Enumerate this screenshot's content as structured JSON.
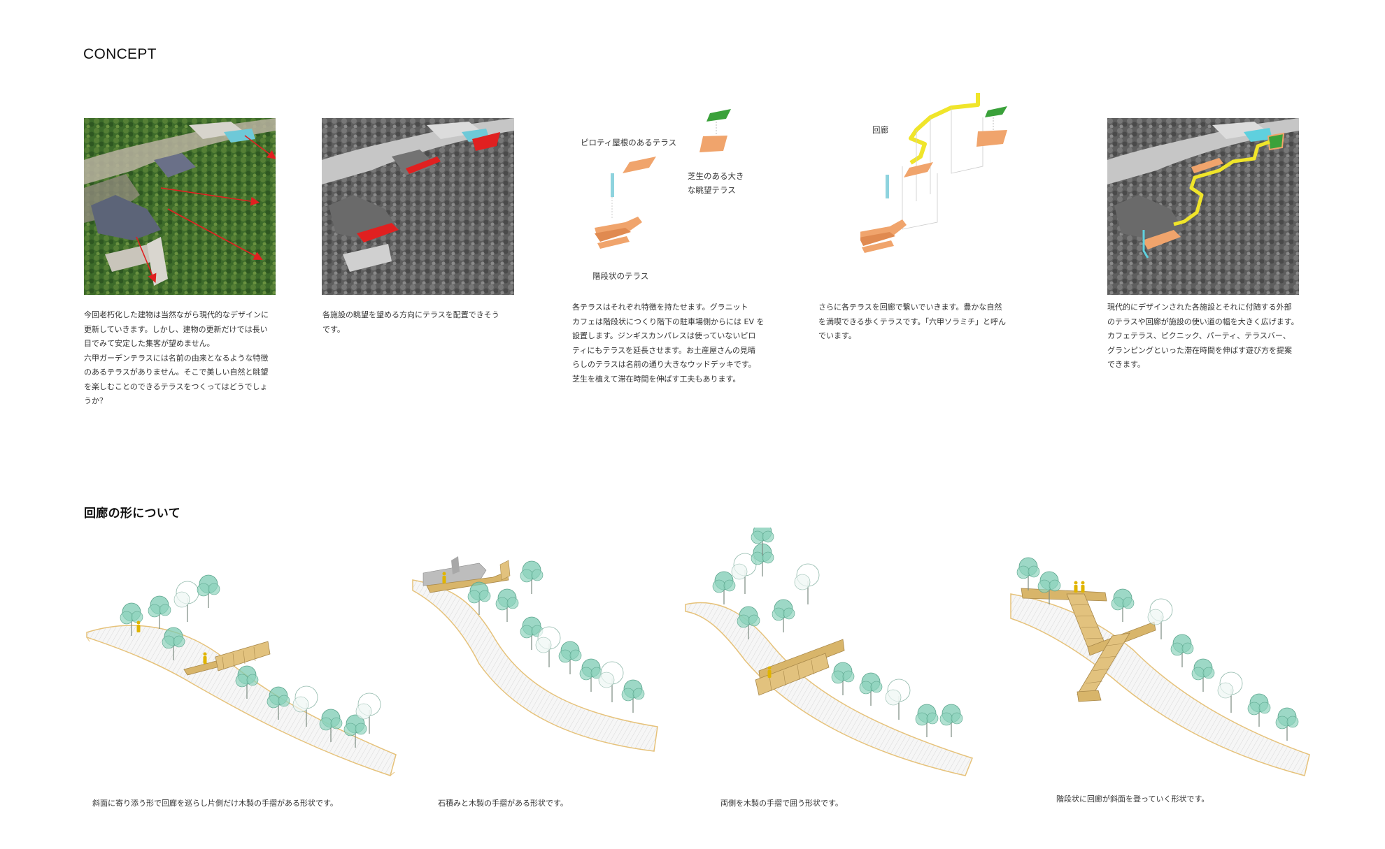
{
  "concept": {
    "heading": "CONCEPT",
    "panels": [
      {
        "lines": [
          "今回老朽化した建物は当然ながら現代的なデザインに",
          "更新していきます。しかし、建物の更新だけでは長い",
          "目でみて安定した集客が望めません。",
          "六甲ガーデンテラスには名前の由来となるような特徴",
          "のあるテラスがありません。そこで美しい自然と眺望",
          "を楽しむことのできるテラスをつくってはどうでしょ",
          "うか？"
        ]
      },
      {
        "lines": [
          "各施設の眺望を望める方向にテラスを配置できそう",
          "です。"
        ]
      },
      {
        "lines": [
          "各テラスはそれぞれ特徴を持たせます。グラニット",
          "カフェは階段状につくり階下の駐車場側からには EV を",
          "設置します。ジンギスカンパレスは使っていないピロ",
          "ティにもテラスを延長させます。お土産屋さんの見晴",
          "らしのテラスは名前の通り大きなウッドデッキです。",
          "芝生を植えて滞在時間を伸ばす工夫もあります。"
        ],
        "labels": {
          "piloti": "ピロティ屋根のあるテラス",
          "lawn1": "芝生のある大き",
          "lawn2": "な眺望テラス",
          "stair": "階段状のテラス"
        }
      },
      {
        "lines": [
          "さらに各テラスを回廊で繋いでいきます。豊かな自然",
          "を満喫できる歩くテラスです。「六甲ソラミチ」と呼ん",
          "でいます。"
        ],
        "labels": {
          "corridor": "回廊"
        }
      },
      {
        "lines": [
          "現代的にデザインされた各施設とそれに付随する外部",
          "のテラスや回廊が施設の使い道の幅を大きく広げます。",
          "カフェテラス、ピクニック、パーティ、テラスバー、",
          "グランピングといった滞在時間を伸ばす遊び方を提案",
          "できます。"
        ]
      }
    ],
    "colors": {
      "red": "#e02020",
      "terrace": "#f0a46c",
      "lawn": "#3aa13a",
      "corridor": "#f0e52a",
      "ev": "#8ed3de",
      "cyan": "#5fd0de"
    }
  },
  "corridor_shape": {
    "heading": "回廊の形について",
    "captions": [
      "斜面に寄り添う形で回廊を巡らし片側だけ木製の手摺がある形状です。",
      "石積みと木製の手摺がある形状です。",
      "両側を木製の手摺で囲う形状です。",
      "階段状に回廊が斜面を登っていく形状です。"
    ],
    "colors": {
      "tree": "#7ccbb3",
      "slope": "#e6c27a",
      "deck": "#d8b56a",
      "person": "#e0b400",
      "stone": "#bdbdbd"
    }
  }
}
